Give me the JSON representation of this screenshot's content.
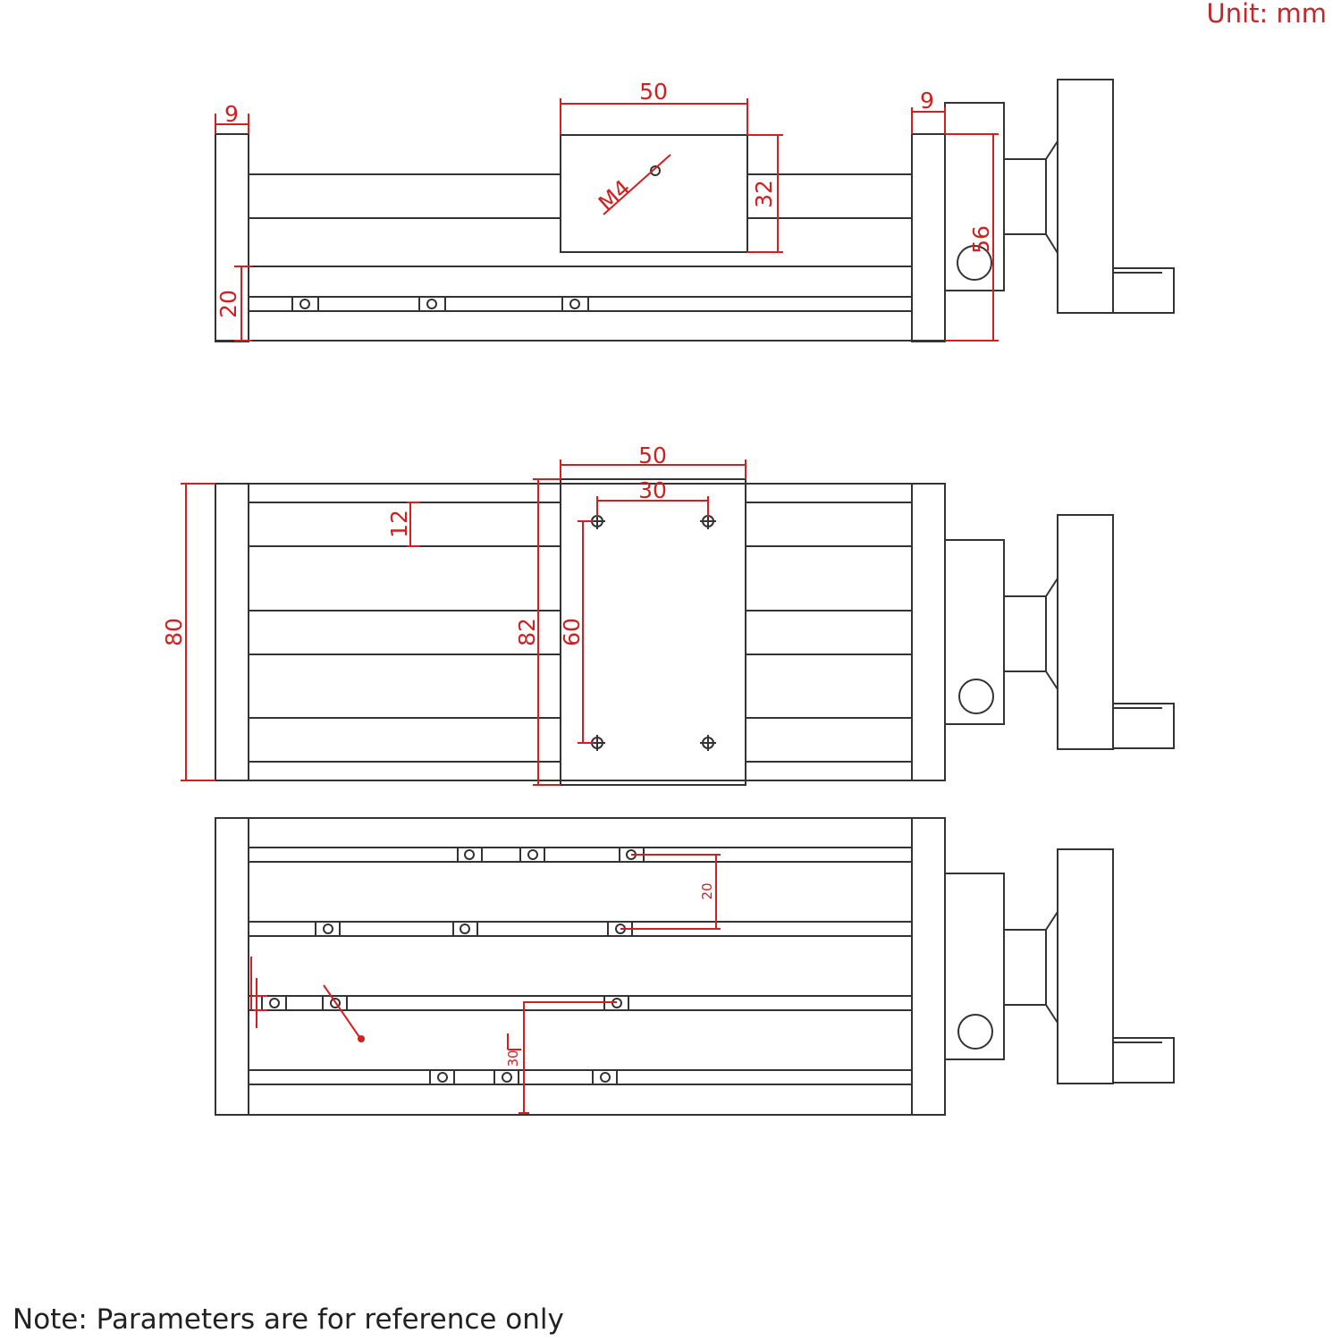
{
  "unit_label": "Unit: mm",
  "note": "Note: Parameters are for reference only",
  "colors": {
    "dimension": "#d12020",
    "outline": "#333333",
    "unit_text": "#c0282d"
  },
  "views": {
    "side": {
      "end_plate_left": "9",
      "carriage_width": "50",
      "end_plate_right": "9",
      "carriage_height": "32",
      "hole_label": "M4",
      "motor_height": "56",
      "rail_height": "20"
    },
    "top": {
      "carriage_width": "50",
      "hole_spacing_x": "30",
      "rail_pitch": "12",
      "overall_width": "80",
      "carriage_length": "82",
      "hole_spacing_y": "60"
    },
    "bottom": {
      "slot_pitch": "20",
      "small_dim": "30"
    }
  }
}
